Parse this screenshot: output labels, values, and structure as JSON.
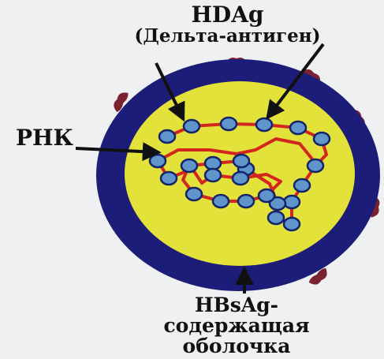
{
  "labels": {
    "hdag": "HDAg",
    "hdag_sub": "(Дельта-антиген)",
    "rna": "РНК",
    "envelope_1": "HBsAg-",
    "envelope_2": "содержащая",
    "envelope_3": "оболочка"
  },
  "colors": {
    "background": "#eef0f2",
    "envelope": "#1c1d78",
    "core": "#e3e23a",
    "rna_strand": "#d2261e",
    "antigen_dot": "#5f95cb",
    "antigen_outline": "#14246a",
    "surface_protein": "#7a2230",
    "arrow": "#111111"
  }
}
